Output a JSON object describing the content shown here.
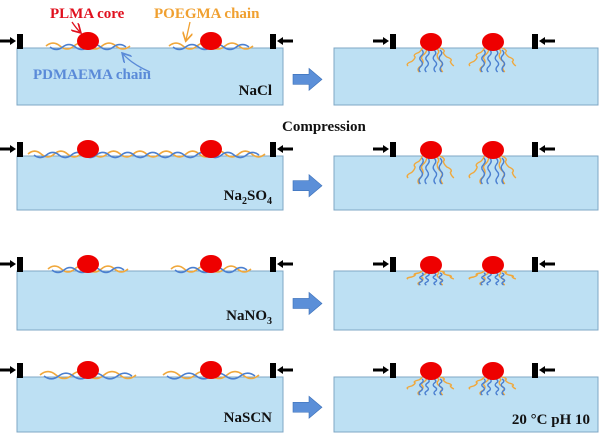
{
  "colors": {
    "water": "#bde0f3",
    "water_border": "#7fa7c4",
    "core": "#ee0000",
    "poegma": "#f0a83c",
    "pdmaema": "#4a7fd0",
    "barrier": "#000000",
    "process_arrow": "#5b8fd8",
    "label_core": "#e0101e",
    "label_poegma": "#f0a030",
    "label_pdmaema": "#5a8ad8",
    "label_dark": "#111111"
  },
  "annotations": {
    "core_label": "PLMA core",
    "poegma_label": "POEGMA chain",
    "pdmaema_label": "PDMAEMA chain",
    "process_label": "Compression",
    "conditions": "20 °C   pH 10"
  },
  "rows": [
    {
      "salt": "NaCl",
      "salt_base": "NaCl",
      "salt_sub": []
    },
    {
      "salt": "Na2SO4",
      "salt_parts": [
        [
          "Na",
          ""
        ],
        [
          "2",
          "sub"
        ],
        [
          "SO",
          ""
        ],
        [
          "4",
          "sub"
        ]
      ]
    },
    {
      "salt": "NaNO3",
      "salt_parts": [
        [
          "NaNO",
          ""
        ],
        [
          "3",
          "sub"
        ]
      ]
    },
    {
      "salt": "NaSCN",
      "salt_parts": [
        [
          "NaSCN",
          ""
        ]
      ]
    }
  ],
  "states": {
    "before": "uncompressed monolayer: micelles flat at interface with chains spread",
    "after": "compressed monolayer: chains submerged below cores"
  }
}
